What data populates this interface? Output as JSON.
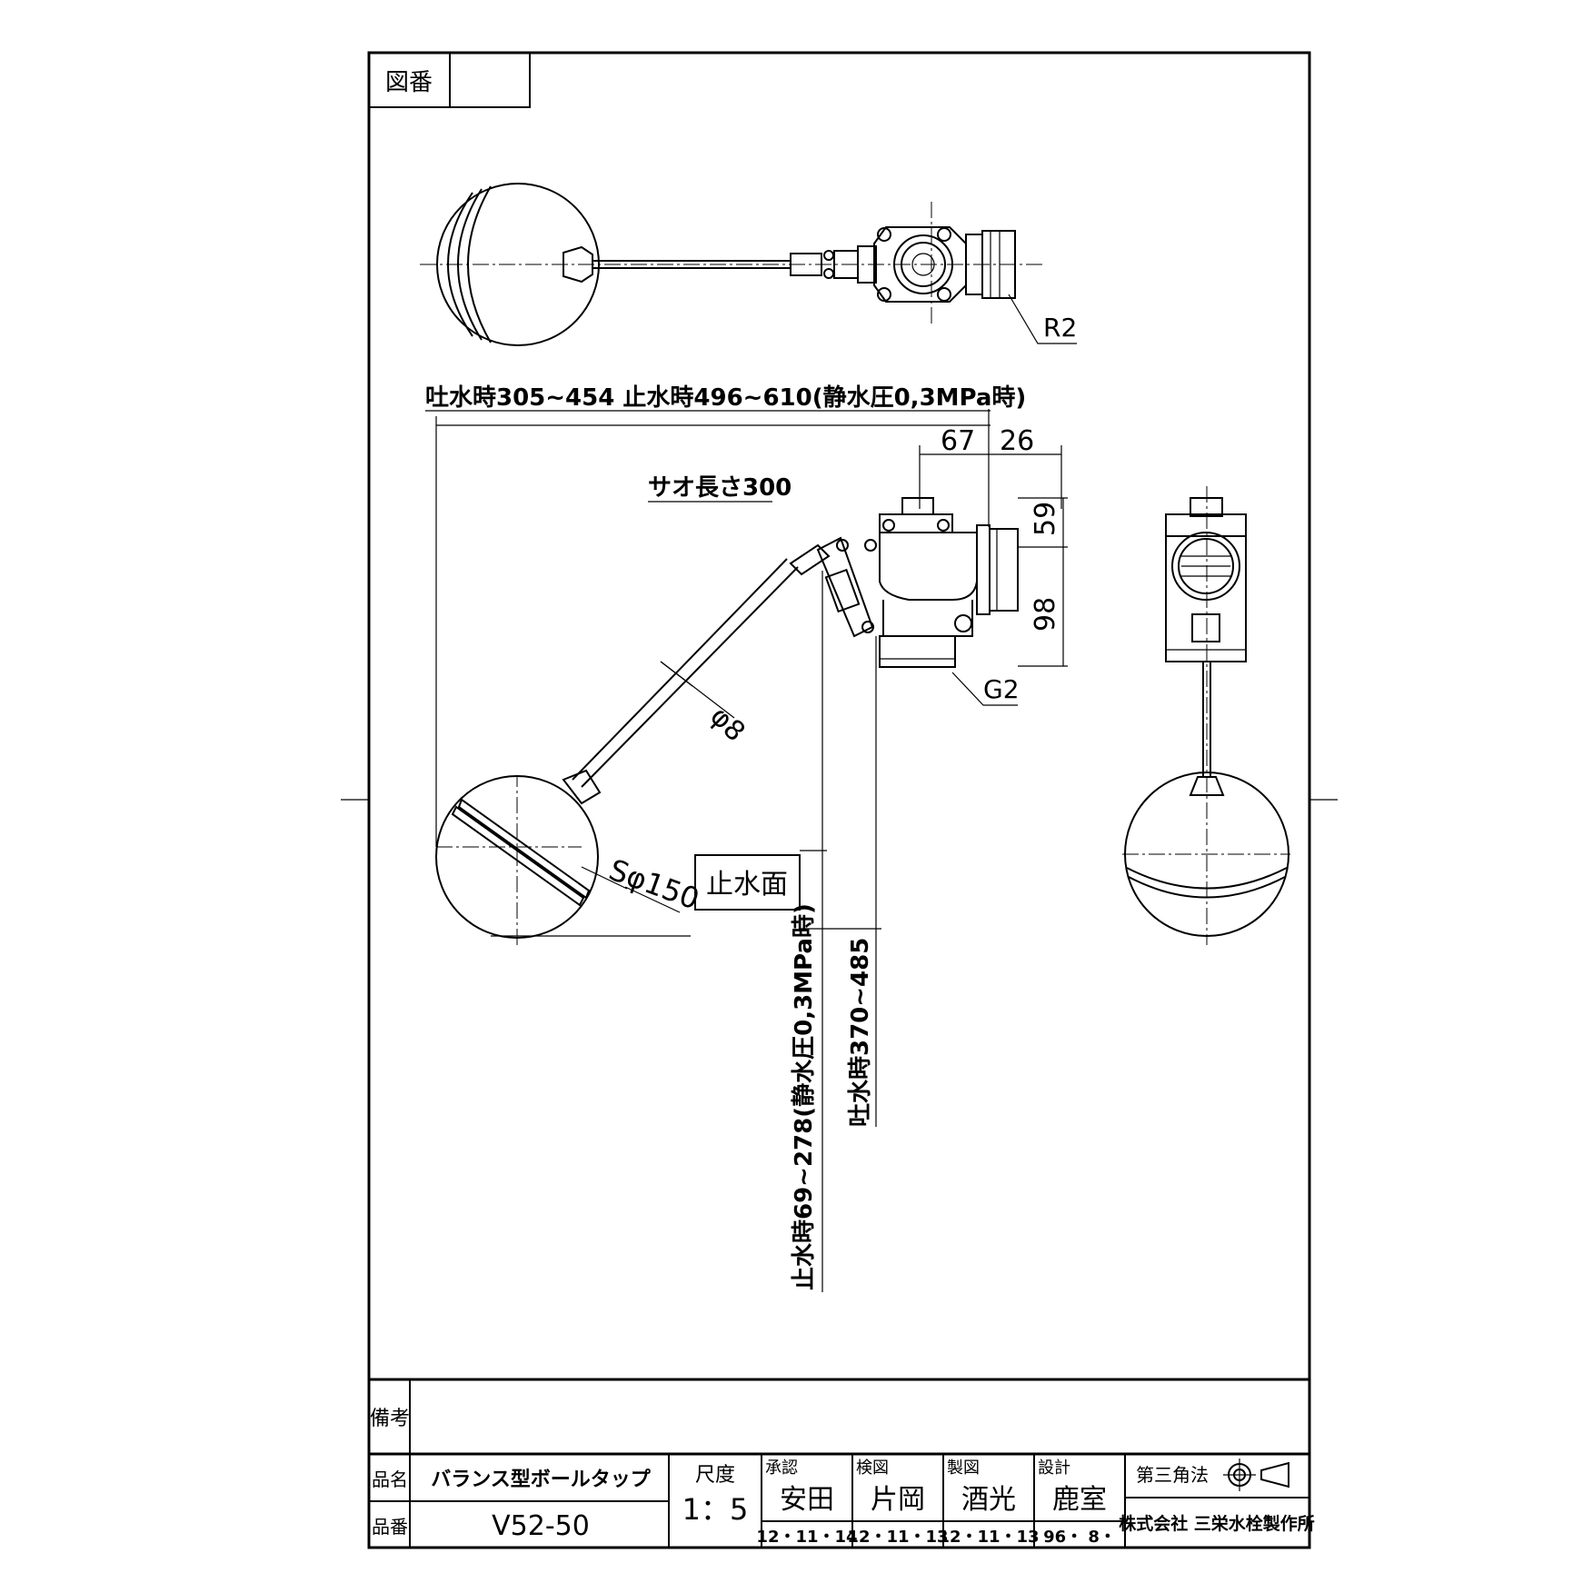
{
  "drawing_number_label": "図番",
  "drawing_number_value": "",
  "dimensions": {
    "horizontal_total": "吐水時305~454  止水時496~610(静水圧0,3MPa時)",
    "d67": "67",
    "d26": "26",
    "rod_length": "サオ長さ300",
    "d59": "59",
    "d98": "98",
    "r2": "R2",
    "g2": "G2",
    "phi8": "φ8",
    "sphere": "Sφ150",
    "stop_water_surface": "止水面",
    "vertical_stop": "止水時69~278(静水圧0,3MPa時)",
    "vertical_discharge": "吐水時370~485"
  },
  "title_block": {
    "remarks_label": "備考",
    "remarks_value": "",
    "product_name_label": "品名",
    "product_name": "バランス型ボールタップ",
    "product_number_label": "品番",
    "product_number": "V52-50",
    "scale_label": "尺度",
    "scale_value": "1：5",
    "approval_label": "承認",
    "approval_name": "安田",
    "approval_date": "12・11・14",
    "inspection_label": "検図",
    "inspection_name": "片岡",
    "inspection_date": "12・11・13",
    "drafting_label": "製図",
    "drafting_name": "酒光",
    "drafting_date": "12・11・13",
    "design_label": "設計",
    "design_name": "鹿室",
    "design_date": "96・ 8・",
    "projection_label": "第三角法",
    "company": "株式会社 三栄水栓製作所"
  }
}
